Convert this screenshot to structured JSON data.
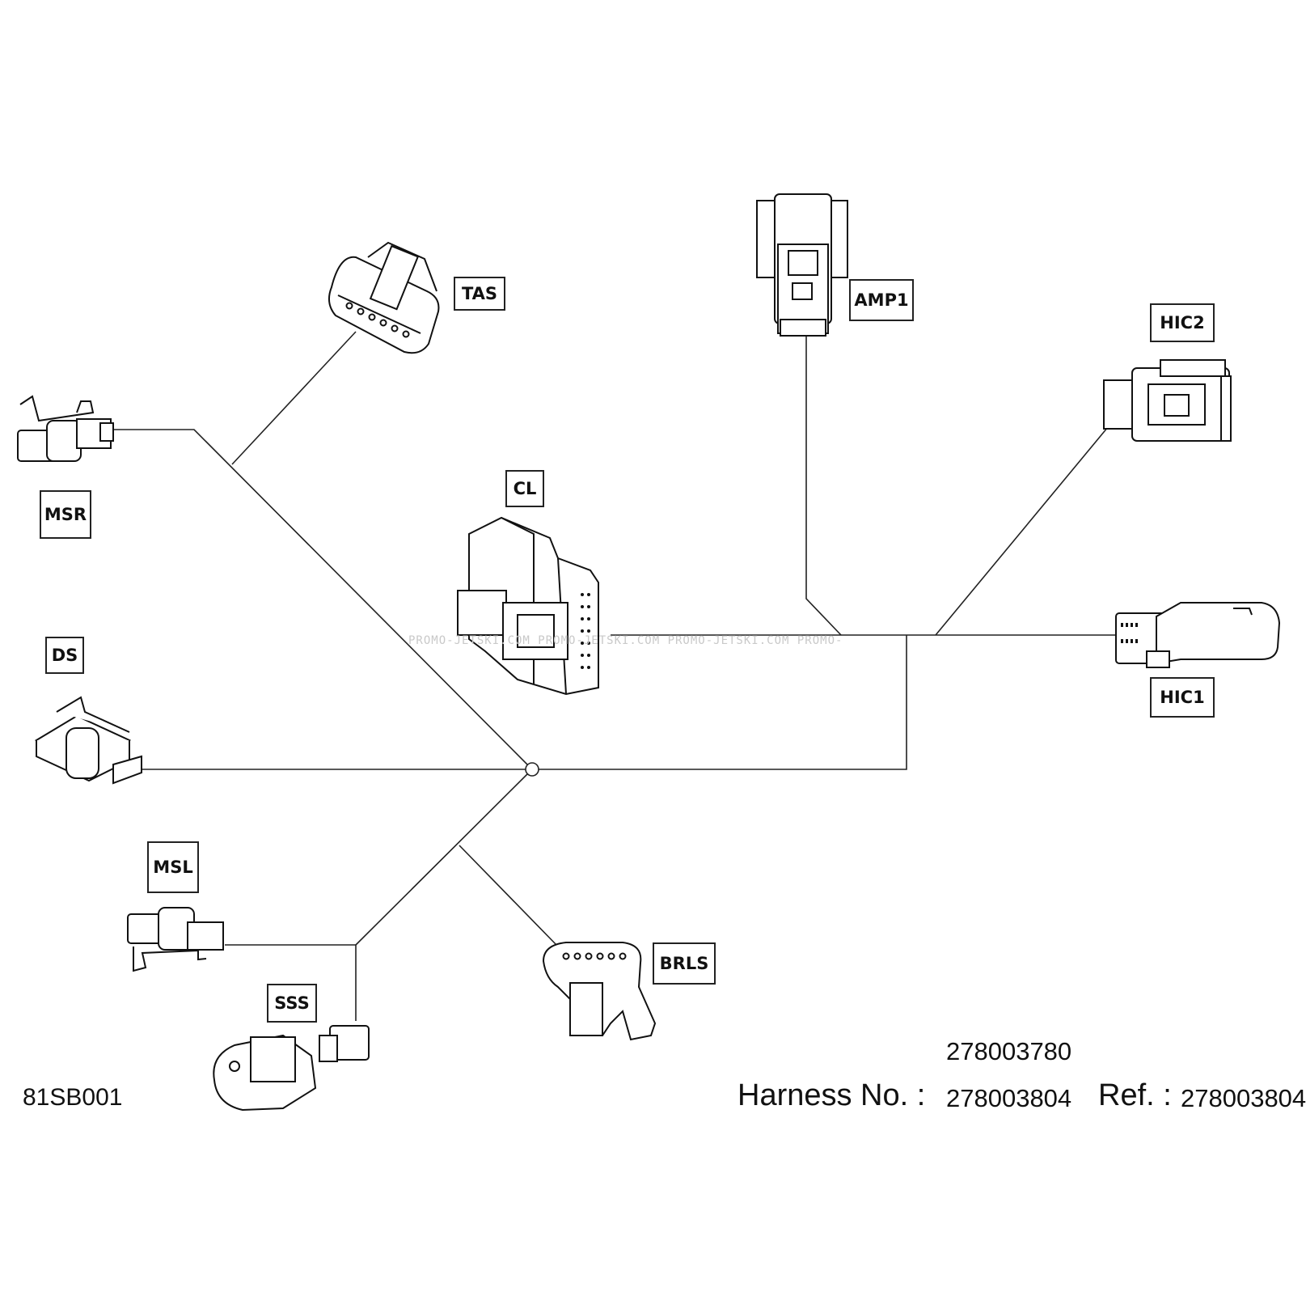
{
  "connectors": {
    "tas": "TAS",
    "amp1": "AMP1",
    "hic2": "HIC2",
    "msr": "MSR",
    "cl": "CL",
    "ds": "DS",
    "hic1": "HIC1",
    "msl": "MSL",
    "brls": "BRLS",
    "sss": "SSS"
  },
  "footer": {
    "figure_code": "81SB001",
    "part_number": "278003780",
    "harness_label": "Harness No. :",
    "harness_number": "278003804",
    "ref_label": "Ref. :",
    "ref_number": "278003804"
  },
  "watermark": "PROMO-JETSKI.COM   PROMO-JETSKI.COM   PROMO-JETSKI.COM   PROMO-"
}
